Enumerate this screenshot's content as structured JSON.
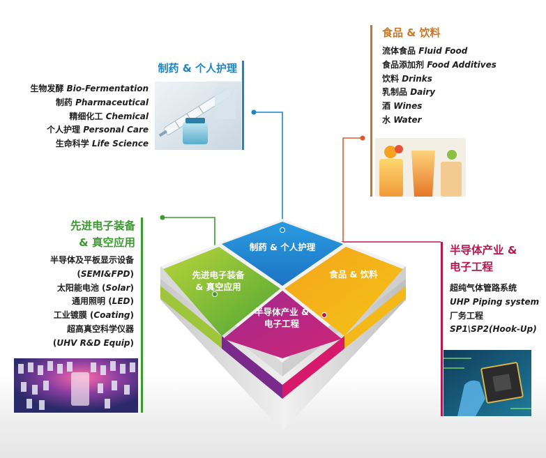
{
  "pharma": {
    "title": "制药 & 个人护理",
    "items": [
      {
        "cn": "生物发酵",
        "en": "Bio-Fermentation"
      },
      {
        "cn": "制药",
        "en": "Pharmaceutical"
      },
      {
        "cn": "精细化工",
        "en": "Chemical"
      },
      {
        "cn": "个人护理",
        "en": "Personal Care"
      },
      {
        "cn": "生命科学",
        "en": "Life Science"
      }
    ],
    "color": "#1a86c8"
  },
  "food": {
    "title": "食品 & 饮料",
    "items": [
      {
        "cn": "流体食品",
        "en": "Fluid Food"
      },
      {
        "cn": "食品添加剂",
        "en": "Food Additives"
      },
      {
        "cn": "饮料",
        "en": "Drinks"
      },
      {
        "cn": "乳制品",
        "en": "Dairy"
      },
      {
        "cn": "酒",
        "en": "Wines"
      },
      {
        "cn": "水",
        "en": "Water"
      }
    ],
    "color": "#c8782a"
  },
  "electronics": {
    "title_line1": "先进电子装备",
    "title_line2": "& 真空应用",
    "items": [
      {
        "cn": "半导体及平板显示设备",
        "en": ""
      },
      {
        "cn": "",
        "en": "SEMI&FPD",
        "paren": true
      },
      {
        "cn": "太阳能电池",
        "en": "Solar",
        "paren": true
      },
      {
        "cn": "通用照明",
        "en": "LED",
        "paren": true
      },
      {
        "cn": "工业镀膜",
        "en": "Coating",
        "paren": true
      },
      {
        "cn": "超高真空科学仪器",
        "en": ""
      },
      {
        "cn": "",
        "en": "UHV R&D Equip",
        "paren": true
      }
    ],
    "color": "#3a9a2e"
  },
  "semi": {
    "title_line1": "半导体产业 &",
    "title_line2": "电子工程",
    "items": [
      {
        "cn": "超纯气体管路系统",
        "en": ""
      },
      {
        "cn": "",
        "en": "UHP  Piping system"
      },
      {
        "cn": "厂务工程",
        "en": ""
      },
      {
        "cn": "",
        "en": "SP1\\SP2(Hook-Up)"
      }
    ],
    "color": "#b5174f"
  },
  "diamond": {
    "top_label": "制药 & 个人护理",
    "left_label_line1": "先进电子装备",
    "left_label_line2": "& 真空应用",
    "right_label": "食品 &  饮料",
    "bottom_label_line1": "半导体产业 &",
    "bottom_label_line2": "电子工程"
  }
}
